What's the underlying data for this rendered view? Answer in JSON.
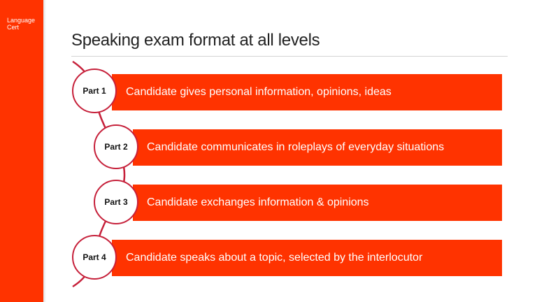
{
  "logo": {
    "line1": "Language",
    "line2": "Cert"
  },
  "slide": {
    "title": "Speaking exam format at all levels"
  },
  "parts": [
    {
      "label": "Part 1",
      "text": "Candidate gives personal information, opinions, ideas"
    },
    {
      "label": "Part 2",
      "text": "Candidate communicates in roleplays of everyday situations"
    },
    {
      "label": "Part 3",
      "text": "Candidate exchanges information & opinions"
    },
    {
      "label": "Part 4",
      "text": "Candidate speaks about a topic, selected by the interlocutor"
    }
  ],
  "colors": {
    "accent": "#ff3300",
    "ring": "#c6203a",
    "title": "#222222"
  }
}
